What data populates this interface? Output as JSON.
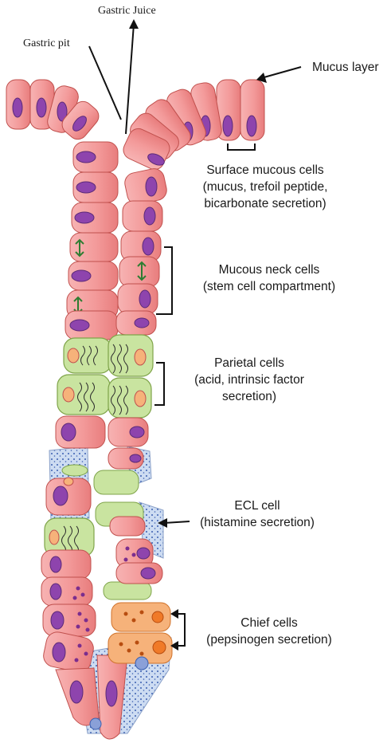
{
  "labels": {
    "gastric_juice": "Gastric Juice",
    "gastric_pit": "Gastric pit",
    "mucus_layer": "Mucus layer",
    "surface_mucous": {
      "title": "Surface mucous cells",
      "detail1": "(mucus, trefoil peptide,",
      "detail2": "bicarbonate secretion)"
    },
    "mucous_neck": {
      "title": "Mucous neck cells",
      "detail": "(stem cell compartment)"
    },
    "parietal": {
      "title": "Parietal cells",
      "detail1": "(acid, intrinsic factor",
      "detail2": "secretion)"
    },
    "ecl": {
      "title": "ECL cell",
      "detail": "(histamine secretion)"
    },
    "chief": {
      "title": "Chief cells",
      "detail": "(pepsinogen secretion)"
    }
  },
  "colors": {
    "mucous_cell": "#f4a0a0",
    "mucous_outline": "#c0504d",
    "nucleus": "#9b59b6",
    "parietal_cell": "#c9e4a0",
    "parietal_outline": "#8cb050",
    "ecl_cell": "#b8cce8",
    "chief_cell": "#f6b27a",
    "chief_nucleus": "#f07a28"
  }
}
